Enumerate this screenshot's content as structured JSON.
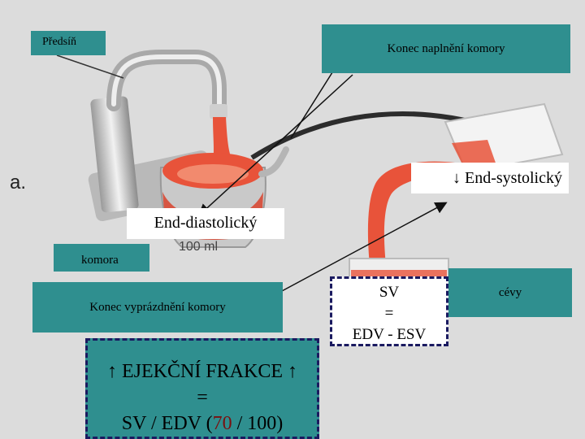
{
  "labels": {
    "predsin": "Předsíň",
    "konec_naplneni": "Konec naplnění komory",
    "end_systolicky": "↓ End-systolický",
    "end_diastolicky": "End-diastolický",
    "komora": "komora",
    "konec_vyprazdneni": "Konec vyprázdnění komory",
    "cevy": "cévy",
    "figure_letter": "a.",
    "volume": "100 ml"
  },
  "sv_formula": {
    "line1": "SV",
    "line2": "=",
    "line3": "EDV - ESV"
  },
  "ef_formula": {
    "line1": "↑ EJEKČNÍ FRAKCE ↑",
    "line2": "=",
    "prefix": "SV / EDV (",
    "value": "70",
    "suffix": " / 100)"
  },
  "colors": {
    "box_fill": "#2f8f8f",
    "liquid": "#e8533a",
    "arrow": "#2c2c2c",
    "dashed_border": "#1a1a60"
  }
}
